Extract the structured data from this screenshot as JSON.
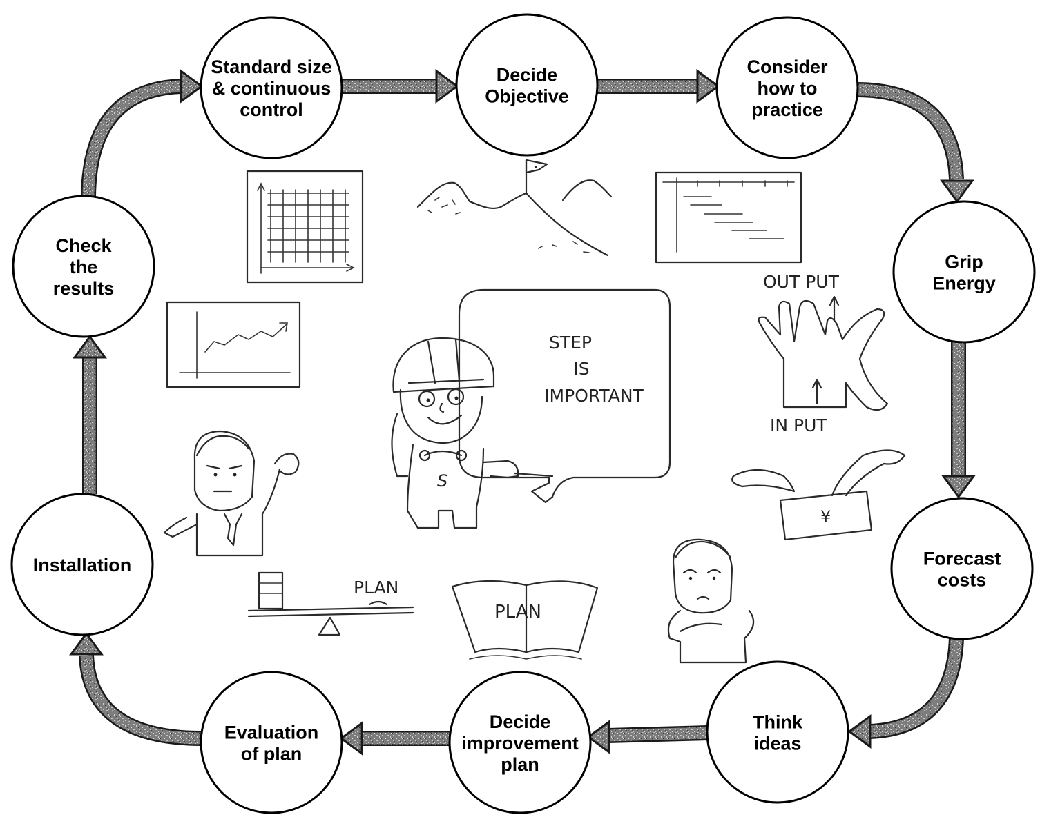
{
  "steps": [
    {
      "id": "standard-size",
      "lines": [
        "Standard size",
        "& continuous",
        "control"
      ]
    },
    {
      "id": "decide-objective",
      "lines": [
        "Decide",
        "Objective"
      ]
    },
    {
      "id": "consider-practice",
      "lines": [
        "Consider",
        "how to",
        "practice"
      ]
    },
    {
      "id": "grip-energy",
      "lines": [
        "Grip",
        "Energy"
      ]
    },
    {
      "id": "forecast-costs",
      "lines": [
        "Forecast",
        "costs"
      ]
    },
    {
      "id": "think-ideas",
      "lines": [
        "Think",
        "ideas"
      ]
    },
    {
      "id": "decide-improvement-plan",
      "lines": [
        "Decide",
        "improvement",
        "plan"
      ]
    },
    {
      "id": "evaluation-of-plan",
      "lines": [
        "Evaluation",
        "of plan"
      ]
    },
    {
      "id": "installation",
      "lines": [
        "Installation"
      ]
    },
    {
      "id": "check-results",
      "lines": [
        "Check",
        "the",
        "results"
      ]
    }
  ],
  "illustrations": {
    "speech": [
      "STEP",
      "IS",
      "IMPORTANT"
    ],
    "mascot_letter": "S",
    "output_label": "OUT PUT",
    "input_label": "IN PUT",
    "money_symbol": "¥",
    "plan_book": "PLAN",
    "plan_scale": "PLAN"
  },
  "colors": {
    "circle_fill": "#ffffff",
    "circle_stroke": "#000000",
    "arrow_fill": "#8a8a8a",
    "arrow_stroke": "#1a1a1a"
  }
}
